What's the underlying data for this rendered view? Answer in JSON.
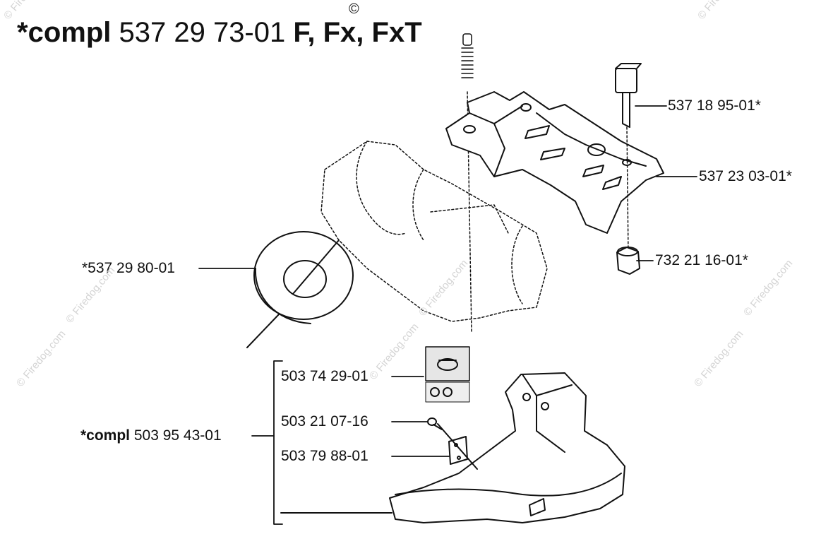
{
  "title": {
    "prefix": "*compl",
    "number": "537 29 73-01",
    "models": "F, Fx, FxT"
  },
  "copyright_symbol": "©",
  "watermark_text": "© Firedog.com",
  "parts": {
    "bolt_top": "537 18 95-01*",
    "bracket": "537 23 03-01*",
    "nut": "732 21 16-01*",
    "washer": "*537 29 80-01",
    "decal": "503 74 29-01",
    "screw": "503 21 07-16",
    "clip": "503 79 88-01"
  },
  "assembly": {
    "prefix": "*compl",
    "number": "503 95 43-01"
  }
}
